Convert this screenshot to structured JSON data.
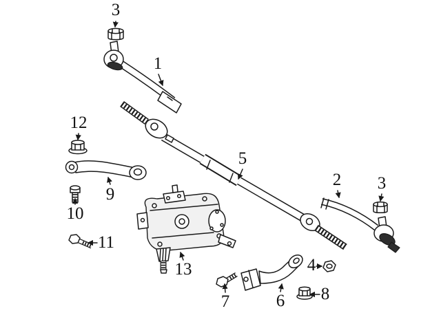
{
  "diagram": {
    "kind": "exploded-parts-diagram",
    "subject": "steering-linkage-and-gear"
  },
  "colors": {
    "background": "#ffffff",
    "line": "#1a1a1a",
    "boot_fill": "#2e2e2e",
    "label_color": "#111111"
  },
  "callouts": [
    {
      "part": "outer-tie-rod-left",
      "label": "1"
    },
    {
      "part": "outer-tie-rod-right",
      "label": "2"
    },
    {
      "part": "castle-nut-top",
      "label": "3"
    },
    {
      "part": "castle-nut-right",
      "label": "3"
    },
    {
      "part": "hex-nut-right-lower",
      "label": "4"
    },
    {
      "part": "center-drag-link",
      "label": "5"
    },
    {
      "part": "drop-arm",
      "label": "6"
    },
    {
      "part": "hex-bolt-lower",
      "label": "7"
    },
    {
      "part": "flange-nut-lower",
      "label": "8"
    },
    {
      "part": "pitman-arm",
      "label": "9"
    },
    {
      "part": "stud-bolt-left",
      "label": "10"
    },
    {
      "part": "hex-bolt-left",
      "label": "11"
    },
    {
      "part": "flange-nut-upper-left",
      "label": "12"
    },
    {
      "part": "steering-gear-box",
      "label": "13"
    }
  ]
}
